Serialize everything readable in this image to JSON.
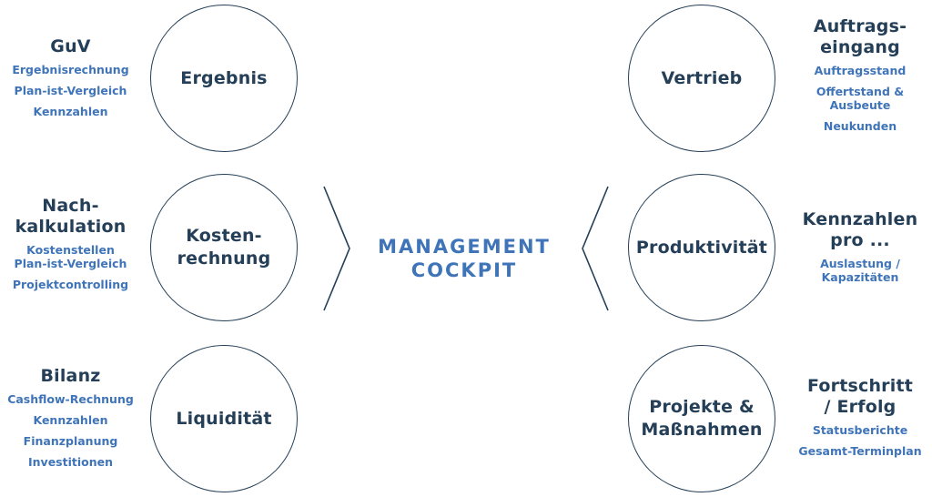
{
  "center_title": "MANAGEMENT\nCOCKPIT",
  "colors": {
    "dark": "#243f57",
    "accent": "#3f74b8"
  },
  "left": [
    {
      "circle": "Ergebnis",
      "title": "GuV",
      "items": [
        "Ergebnisrechnung",
        "Plan-ist-Vergleich",
        "Kennzahlen"
      ]
    },
    {
      "circle": "Kosten-\nrechnung",
      "title": "Nach-\nkalkulation",
      "items": [
        "Kostenstellen\nPlan-ist-Vergleich",
        "Projektcontrolling"
      ]
    },
    {
      "circle": "Liquidität",
      "title": "Bilanz",
      "items": [
        "Cashflow-Rechnung",
        "Kennzahlen",
        "Finanzplanung",
        "Investitionen"
      ]
    }
  ],
  "right": [
    {
      "circle": "Vertrieb",
      "title": "Auftrags-\neingang",
      "items": [
        "Auftragsstand",
        "Offertstand &\nAusbeute",
        "Neukunden"
      ]
    },
    {
      "circle": "Produktivität",
      "title": "Kennzahlen\npro ...",
      "items": [
        "Auslastung /\nKapazitäten"
      ]
    },
    {
      "circle": "Projekte &\nMaßnahmen",
      "title": "Fortschritt\n/ Erfolg",
      "items": [
        "Statusberichte",
        "Gesamt-Terminplan"
      ]
    }
  ]
}
